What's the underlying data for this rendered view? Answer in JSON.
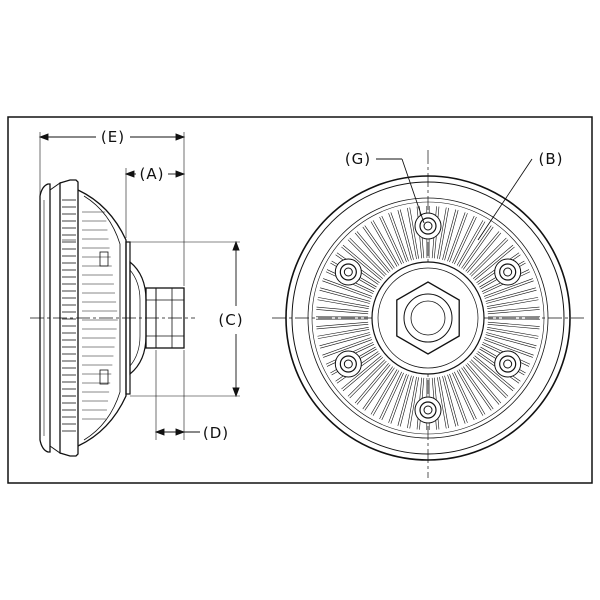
{
  "diagram": {
    "labels": {
      "a": "(A)",
      "b": "(B)",
      "c": "(C)",
      "d": "(D)",
      "e": "(E)",
      "g": "(G)"
    },
    "colors": {
      "line": "#111111",
      "background": "#ffffff"
    },
    "front_view": {
      "fin_count": 72,
      "bolt_count": 6
    }
  }
}
